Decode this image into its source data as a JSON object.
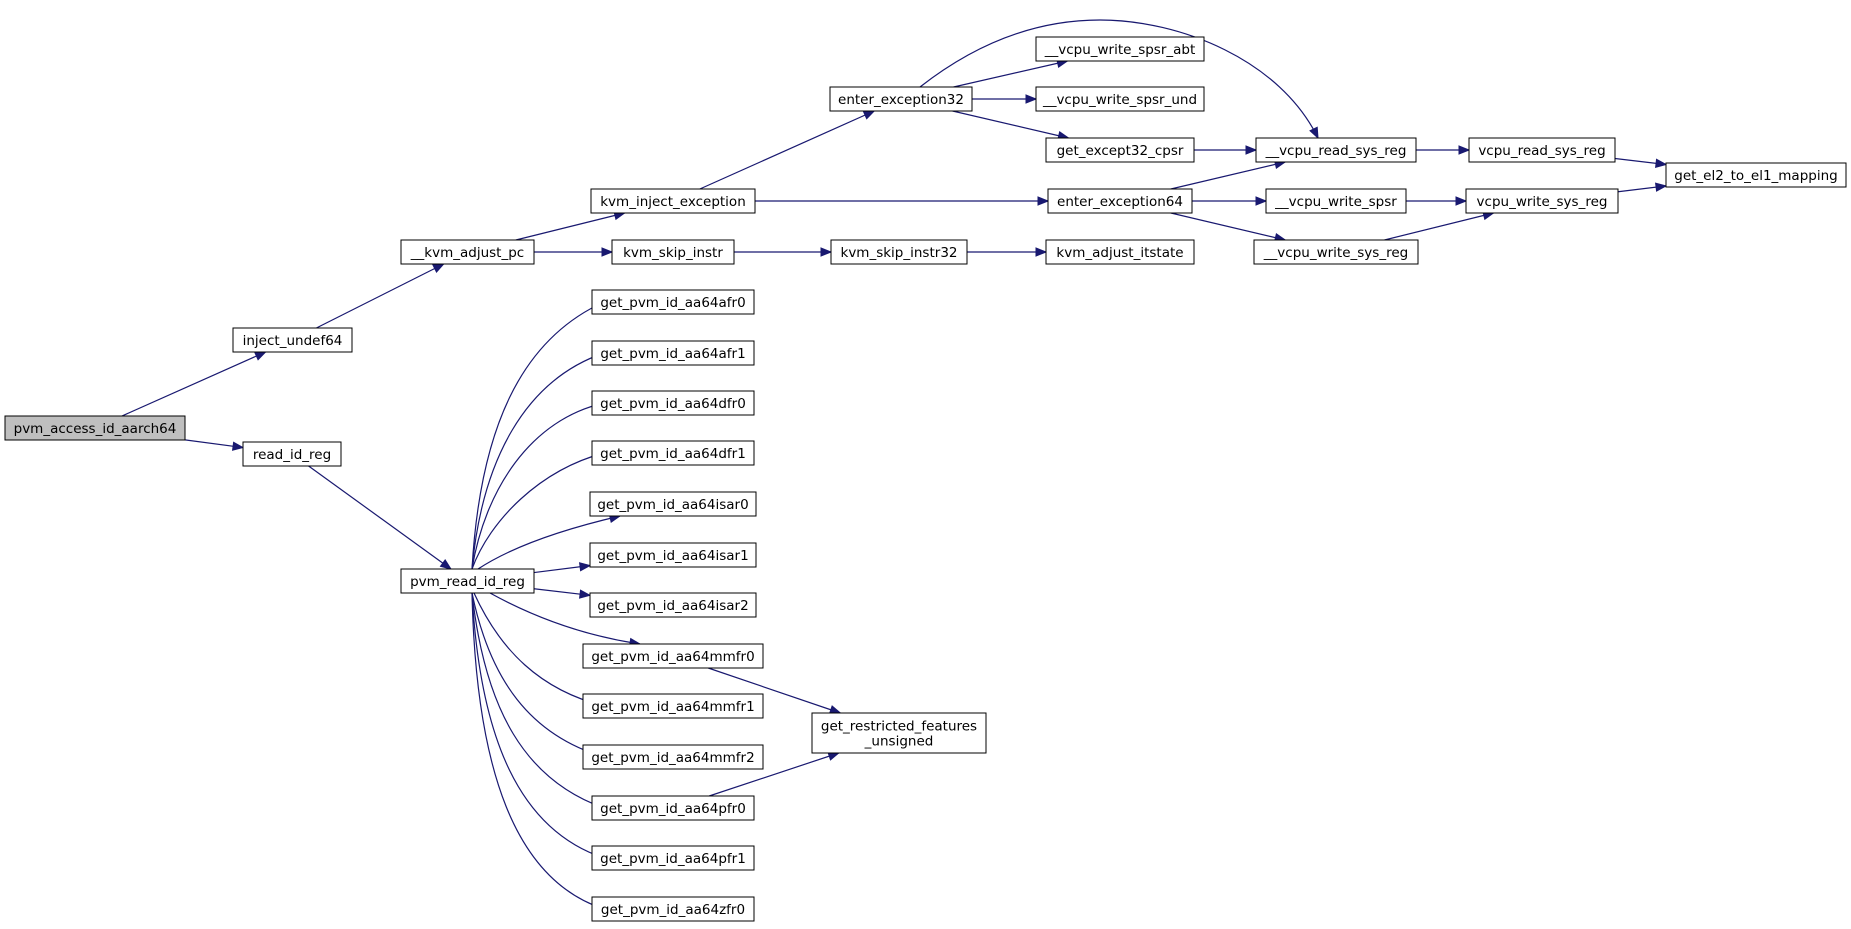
{
  "graph": {
    "type": "call-graph",
    "colors": {
      "edge": "#191970",
      "root_fill": "#bfbfbf",
      "node_fill": "#ffffff",
      "border": "#000000"
    },
    "nodes": [
      {
        "id": "pvm_access_id_aarch64",
        "label": [
          "pvm_access_id_aarch64"
        ],
        "root": true
      },
      {
        "id": "inject_undef64",
        "label": [
          "inject_undef64"
        ]
      },
      {
        "id": "read_id_reg",
        "label": [
          "read_id_reg"
        ]
      },
      {
        "id": "__kvm_adjust_pc",
        "label": [
          "__kvm_adjust_pc"
        ]
      },
      {
        "id": "pvm_read_id_reg",
        "label": [
          "pvm_read_id_reg"
        ]
      },
      {
        "id": "kvm_inject_exception",
        "label": [
          "kvm_inject_exception"
        ]
      },
      {
        "id": "kvm_skip_instr",
        "label": [
          "kvm_skip_instr"
        ]
      },
      {
        "id": "get_pvm_id_aa64afr0",
        "label": [
          "get_pvm_id_aa64afr0"
        ]
      },
      {
        "id": "get_pvm_id_aa64afr1",
        "label": [
          "get_pvm_id_aa64afr1"
        ]
      },
      {
        "id": "get_pvm_id_aa64dfr0",
        "label": [
          "get_pvm_id_aa64dfr0"
        ]
      },
      {
        "id": "get_pvm_id_aa64dfr1",
        "label": [
          "get_pvm_id_aa64dfr1"
        ]
      },
      {
        "id": "get_pvm_id_aa64isar0",
        "label": [
          "get_pvm_id_aa64isar0"
        ]
      },
      {
        "id": "get_pvm_id_aa64isar1",
        "label": [
          "get_pvm_id_aa64isar1"
        ]
      },
      {
        "id": "get_pvm_id_aa64isar2",
        "label": [
          "get_pvm_id_aa64isar2"
        ]
      },
      {
        "id": "get_pvm_id_aa64mmfr0",
        "label": [
          "get_pvm_id_aa64mmfr0"
        ]
      },
      {
        "id": "get_pvm_id_aa64mmfr1",
        "label": [
          "get_pvm_id_aa64mmfr1"
        ]
      },
      {
        "id": "get_pvm_id_aa64mmfr2",
        "label": [
          "get_pvm_id_aa64mmfr2"
        ]
      },
      {
        "id": "get_pvm_id_aa64pfr0",
        "label": [
          "get_pvm_id_aa64pfr0"
        ]
      },
      {
        "id": "get_pvm_id_aa64pfr1",
        "label": [
          "get_pvm_id_aa64pfr1"
        ]
      },
      {
        "id": "get_pvm_id_aa64zfr0",
        "label": [
          "get_pvm_id_aa64zfr0"
        ]
      },
      {
        "id": "enter_exception32",
        "label": [
          "enter_exception32"
        ]
      },
      {
        "id": "kvm_skip_instr32",
        "label": [
          "kvm_skip_instr32"
        ]
      },
      {
        "id": "get_restricted_features_unsigned",
        "label": [
          "get_restricted_features",
          "_unsigned"
        ]
      },
      {
        "id": "__vcpu_write_spsr_abt",
        "label": [
          "__vcpu_write_spsr_abt"
        ]
      },
      {
        "id": "__vcpu_write_spsr_und",
        "label": [
          "__vcpu_write_spsr_und"
        ]
      },
      {
        "id": "get_except32_cpsr",
        "label": [
          "get_except32_cpsr"
        ]
      },
      {
        "id": "enter_exception64",
        "label": [
          "enter_exception64"
        ]
      },
      {
        "id": "kvm_adjust_itstate",
        "label": [
          "kvm_adjust_itstate"
        ]
      },
      {
        "id": "__vcpu_read_sys_reg",
        "label": [
          "__vcpu_read_sys_reg"
        ]
      },
      {
        "id": "__vcpu_write_spsr",
        "label": [
          "__vcpu_write_spsr"
        ]
      },
      {
        "id": "__vcpu_write_sys_reg",
        "label": [
          "__vcpu_write_sys_reg"
        ]
      },
      {
        "id": "vcpu_read_sys_reg",
        "label": [
          "vcpu_read_sys_reg"
        ]
      },
      {
        "id": "vcpu_write_sys_reg",
        "label": [
          "vcpu_write_sys_reg"
        ]
      },
      {
        "id": "get_el2_to_el1_mapping",
        "label": [
          "get_el2_to_el1_mapping"
        ]
      }
    ],
    "edges": [
      [
        "pvm_access_id_aarch64",
        "inject_undef64"
      ],
      [
        "pvm_access_id_aarch64",
        "read_id_reg"
      ],
      [
        "inject_undef64",
        "__kvm_adjust_pc"
      ],
      [
        "read_id_reg",
        "pvm_read_id_reg"
      ],
      [
        "__kvm_adjust_pc",
        "kvm_inject_exception"
      ],
      [
        "__kvm_adjust_pc",
        "kvm_skip_instr"
      ],
      [
        "kvm_inject_exception",
        "enter_exception32"
      ],
      [
        "kvm_inject_exception",
        "enter_exception64"
      ],
      [
        "kvm_skip_instr",
        "kvm_skip_instr32"
      ],
      [
        "kvm_skip_instr32",
        "kvm_adjust_itstate"
      ],
      [
        "enter_exception32",
        "__vcpu_write_spsr_abt"
      ],
      [
        "enter_exception32",
        "__vcpu_write_spsr_und"
      ],
      [
        "enter_exception32",
        "get_except32_cpsr"
      ],
      [
        "enter_exception32",
        "__vcpu_read_sys_reg"
      ],
      [
        "get_except32_cpsr",
        "__vcpu_read_sys_reg"
      ],
      [
        "enter_exception64",
        "__vcpu_read_sys_reg"
      ],
      [
        "enter_exception64",
        "__vcpu_write_spsr"
      ],
      [
        "enter_exception64",
        "__vcpu_write_sys_reg"
      ],
      [
        "__vcpu_read_sys_reg",
        "vcpu_read_sys_reg"
      ],
      [
        "__vcpu_write_spsr",
        "vcpu_write_sys_reg"
      ],
      [
        "__vcpu_write_sys_reg",
        "vcpu_write_sys_reg"
      ],
      [
        "vcpu_read_sys_reg",
        "get_el2_to_el1_mapping"
      ],
      [
        "vcpu_write_sys_reg",
        "get_el2_to_el1_mapping"
      ],
      [
        "pvm_read_id_reg",
        "get_pvm_id_aa64afr0"
      ],
      [
        "pvm_read_id_reg",
        "get_pvm_id_aa64afr1"
      ],
      [
        "pvm_read_id_reg",
        "get_pvm_id_aa64dfr0"
      ],
      [
        "pvm_read_id_reg",
        "get_pvm_id_aa64dfr1"
      ],
      [
        "pvm_read_id_reg",
        "get_pvm_id_aa64isar0"
      ],
      [
        "pvm_read_id_reg",
        "get_pvm_id_aa64isar1"
      ],
      [
        "pvm_read_id_reg",
        "get_pvm_id_aa64isar2"
      ],
      [
        "pvm_read_id_reg",
        "get_pvm_id_aa64mmfr0"
      ],
      [
        "pvm_read_id_reg",
        "get_pvm_id_aa64mmfr1"
      ],
      [
        "pvm_read_id_reg",
        "get_pvm_id_aa64mmfr2"
      ],
      [
        "pvm_read_id_reg",
        "get_pvm_id_aa64pfr0"
      ],
      [
        "pvm_read_id_reg",
        "get_pvm_id_aa64pfr1"
      ],
      [
        "pvm_read_id_reg",
        "get_pvm_id_aa64zfr0"
      ],
      [
        "get_pvm_id_aa64mmfr0",
        "get_restricted_features_unsigned"
      ],
      [
        "get_pvm_id_aa64pfr0",
        "get_restricted_features_unsigned"
      ]
    ]
  }
}
